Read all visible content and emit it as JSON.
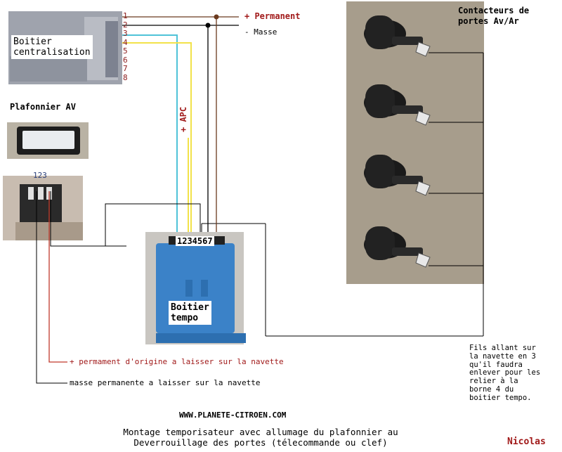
{
  "diagram": {
    "colors": {
      "wire_black": "#000000",
      "wire_brown": "#6b3a1e",
      "wire_cyan": "#4fc3d8",
      "wire_yellow": "#f2e24a",
      "wire_red": "#c0392b",
      "label_red": "#a11a1a",
      "pin_numbers": "#8b1a1a"
    },
    "centralisation": {
      "label_line1": "Boitier",
      "label_line2": "centralisation",
      "pins": [
        "1",
        "2",
        "3",
        "4",
        "5",
        "6",
        "7",
        "8"
      ]
    },
    "labels": {
      "permanent": "+ Permanent",
      "masse": "- Masse",
      "apc": "+ APC",
      "plafonnier_title": "Plafonnier AV",
      "plafonnier_pins": "123",
      "contacteurs_line1": "Contacteurs de",
      "contacteurs_line2": "portes Av/Ar",
      "tempo_pins": "1234567",
      "tempo_line1": "Boitier",
      "tempo_line2": "tempo",
      "permanent_origine": "+ permament d'origine a laisser sur la navette",
      "masse_permanente": "masse permanente a laisser sur la navette",
      "fils_note": [
        "Fils allant sur",
        "la navette en 3",
        "qu'il faudra",
        "enlever pour les",
        "relier à la",
        "borne 4 du",
        "boitier tempo."
      ],
      "website": "WWW.PLANETE-CITROEN.COM",
      "caption_line1": "Montage temporisateur avec allumage du plafonnier au",
      "caption_line2": "Deverrouillage des portes (télecommande ou clef)",
      "author": "Nicolas"
    },
    "icons": {
      "centralisation": "connector-box-photo",
      "plafonnier": "ceiling-light-photo",
      "plafonnier_connector": "three-pin-connector-photo",
      "tempo": "blue-relay-box-photo",
      "door_switch": "door-switch-photo"
    }
  }
}
